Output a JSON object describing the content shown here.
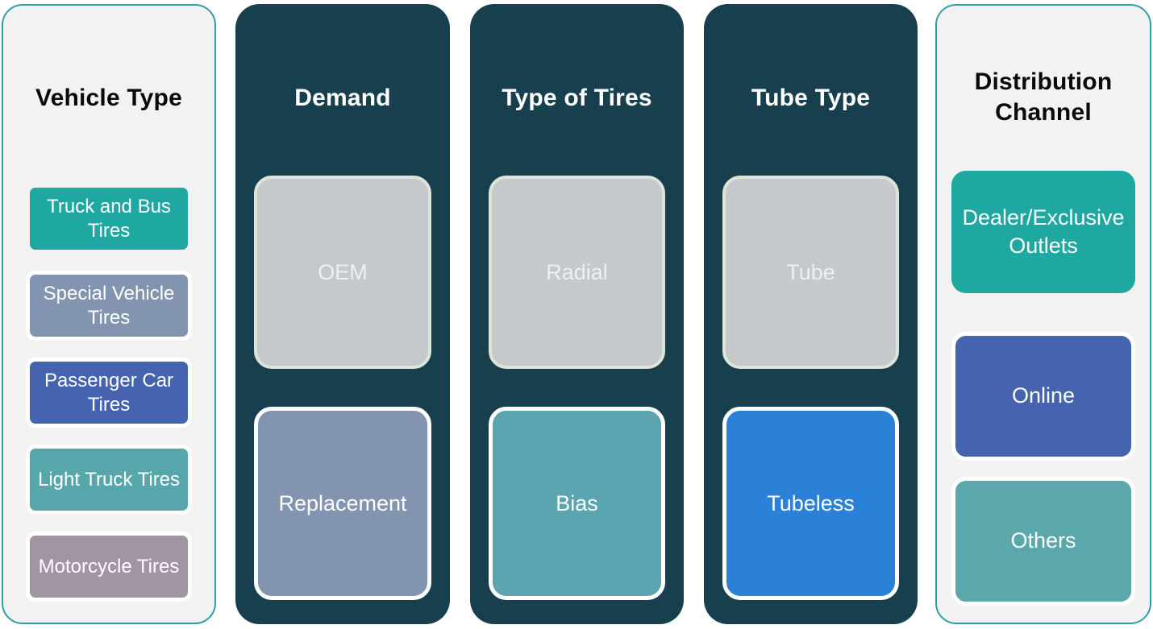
{
  "diagram": {
    "title_implied": "Tire market segmentation",
    "colors": {
      "dark_panel": "#173F4D",
      "light_panel": "#F2F2F2",
      "light_panel_border": "#2E9FA7",
      "gray_box": "#C6C9CB",
      "gray_box_border": "#DCE5D7",
      "white_border": "#FFFFFF",
      "teal": "#1FA8A1",
      "slate_blue": "#8294AF",
      "royal_blue": "#4563AE",
      "muted_teal": "#57A6AB",
      "mauve": "#A295A3",
      "bright_blue": "#2B80D8"
    },
    "columns": [
      {
        "title": "Vehicle Type",
        "items": [
          {
            "label": "Truck and Bus Tires",
            "color": "#1FA8A1"
          },
          {
            "label": "Special Vehicle Tires",
            "color": "#8294AF"
          },
          {
            "label": "Passenger Car Tires",
            "color": "#4563AE"
          },
          {
            "label": "Light Truck Tires",
            "color": "#57A6AB"
          },
          {
            "label": "Motorcycle Tires",
            "color": "#A295A3"
          }
        ]
      },
      {
        "title": "Demand",
        "items": [
          {
            "label": "OEM",
            "color": "#C6C9CB"
          },
          {
            "label": "Replacement",
            "color": "#8294AF"
          }
        ]
      },
      {
        "title": "Type of Tires",
        "items": [
          {
            "label": "Radial",
            "color": "#C6C9CB"
          },
          {
            "label": "Bias",
            "color": "#5AA5AF"
          }
        ]
      },
      {
        "title": "Tube Type",
        "items": [
          {
            "label": "Tube",
            "color": "#C6C9CB"
          },
          {
            "label": "Tubeless",
            "color": "#2B80D8"
          }
        ]
      },
      {
        "title": "Distribution Channel",
        "items": [
          {
            "label": "Dealer/Exclusive Outlets",
            "color": "#1FA8A1"
          },
          {
            "label": "Online",
            "color": "#4563AE"
          },
          {
            "label": "Others",
            "color": "#5AA7AC"
          }
        ]
      }
    ]
  }
}
